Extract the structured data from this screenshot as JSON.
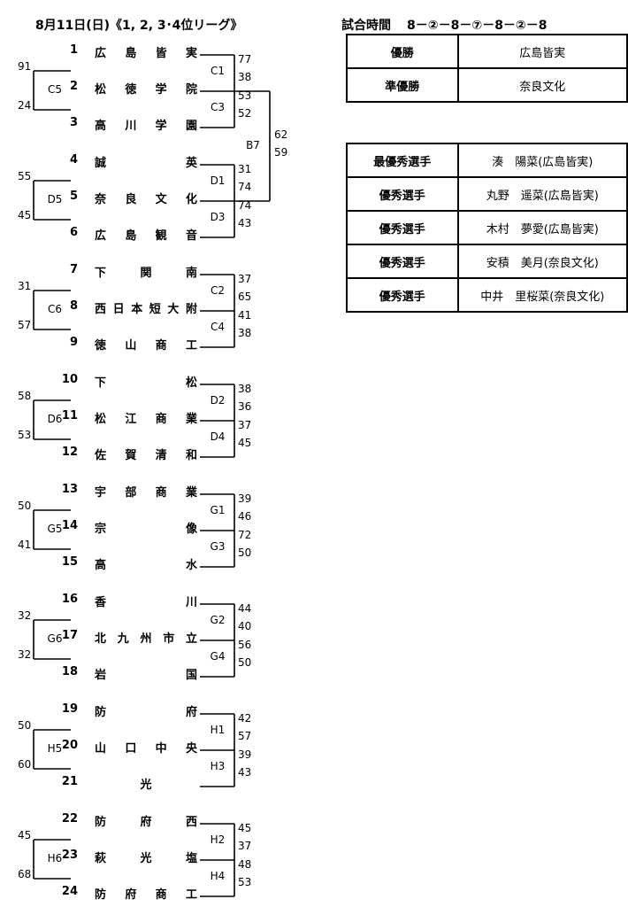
{
  "header": {
    "title": "8月11日(日)《1, 2, 3･4位リーグ》",
    "schedule_label": "試合時間",
    "schedule": "8－②－8－⑦－8－②－8"
  },
  "teams": [
    {
      "num": "1",
      "name": "広島皆実"
    },
    {
      "num": "2",
      "name": "松徳学院"
    },
    {
      "num": "3",
      "name": "高川学園"
    },
    {
      "num": "4",
      "name": "誠英"
    },
    {
      "num": "5",
      "name": "奈良文化"
    },
    {
      "num": "6",
      "name": "広島観音"
    },
    {
      "num": "7",
      "name": "下関南"
    },
    {
      "num": "8",
      "name": "西日本短大附"
    },
    {
      "num": "9",
      "name": "徳山商工"
    },
    {
      "num": "10",
      "name": "下松"
    },
    {
      "num": "11",
      "name": "松江商業"
    },
    {
      "num": "12",
      "name": "佐賀清和"
    },
    {
      "num": "13",
      "name": "宇部商業"
    },
    {
      "num": "14",
      "name": "宗像"
    },
    {
      "num": "15",
      "name": "高水"
    },
    {
      "num": "16",
      "name": "香川"
    },
    {
      "num": "17",
      "name": "北九州市立"
    },
    {
      "num": "18",
      "name": "岩国"
    },
    {
      "num": "19",
      "name": "防府"
    },
    {
      "num": "20",
      "name": "山口中央"
    },
    {
      "num": "21",
      "name": "光"
    },
    {
      "num": "22",
      "name": "防府西"
    },
    {
      "num": "23",
      "name": "萩光塩"
    },
    {
      "num": "24",
      "name": "防府商工"
    }
  ],
  "left_matches": [
    {
      "code": "C5",
      "s1": "91",
      "s2": "24"
    },
    {
      "code": "D5",
      "s1": "55",
      "s2": "45"
    },
    {
      "code": "C6",
      "s1": "31",
      "s2": "57"
    },
    {
      "code": "D6",
      "s1": "58",
      "s2": "53"
    },
    {
      "code": "G5",
      "s1": "50",
      "s2": "41"
    },
    {
      "code": "G6",
      "s1": "32",
      "s2": "32"
    },
    {
      "code": "H5",
      "s1": "50",
      "s2": "60"
    },
    {
      "code": "H6",
      "s1": "45",
      "s2": "68"
    }
  ],
  "right_matches": [
    {
      "code": "C1",
      "s1": "77",
      "s2": "38"
    },
    {
      "code": "C3",
      "s1": "53",
      "s2": "52"
    },
    {
      "code": "D1",
      "s1": "31",
      "s2": "74"
    },
    {
      "code": "D3",
      "s1": "74",
      "s2": "43"
    },
    {
      "code": "C2",
      "s1": "37",
      "s2": "65"
    },
    {
      "code": "C4",
      "s1": "41",
      "s2": "38"
    },
    {
      "code": "D2",
      "s1": "38",
      "s2": "36"
    },
    {
      "code": "D4",
      "s1": "37",
      "s2": "45"
    },
    {
      "code": "G1",
      "s1": "39",
      "s2": "46"
    },
    {
      "code": "G3",
      "s1": "72",
      "s2": "50"
    },
    {
      "code": "G2",
      "s1": "44",
      "s2": "40"
    },
    {
      "code": "G4",
      "s1": "56",
      "s2": "50"
    },
    {
      "code": "H1",
      "s1": "42",
      "s2": "57"
    },
    {
      "code": "H3",
      "s1": "39",
      "s2": "43"
    },
    {
      "code": "H2",
      "s1": "45",
      "s2": "37"
    },
    {
      "code": "H4",
      "s1": "48",
      "s2": "53"
    }
  ],
  "final_match": {
    "code": "B7",
    "s1": "62",
    "s2": "59"
  },
  "results": [
    {
      "label": "優勝",
      "value": "広島皆実"
    },
    {
      "label": "準優勝",
      "value": "奈良文化"
    }
  ],
  "awards": [
    {
      "label": "最優秀選手",
      "value": "湊　陽菜(広島皆実)"
    },
    {
      "label": "優秀選手",
      "value": "丸野　遥菜(広島皆実)"
    },
    {
      "label": "優秀選手",
      "value": "木村　夢愛(広島皆実)"
    },
    {
      "label": "優秀選手",
      "value": "安積　美月(奈良文化)"
    },
    {
      "label": "優秀選手",
      "value": "中井　里桜菜(奈良文化)"
    }
  ]
}
